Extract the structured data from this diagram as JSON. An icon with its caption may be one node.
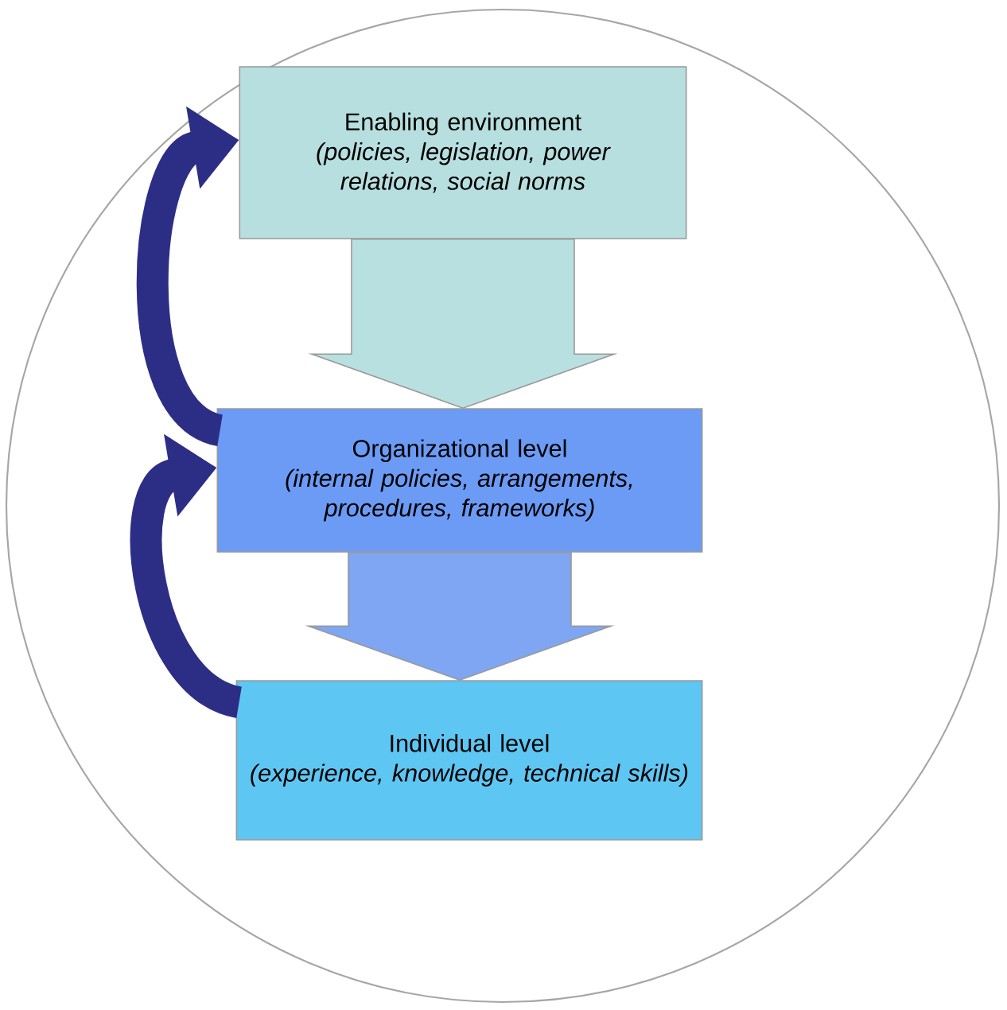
{
  "diagram": {
    "nodes": [
      {
        "text": [
          "Enabling environment",
          "(policies, legislation, power relations, social norms"
        ]
      },
      {
        "text": [
          "Organizational level",
          "(internal policies, arrangements, procedures, frameworks)"
        ]
      },
      {
        "text": [
          "Individual level",
          "(experience, knowledge, technical skills)"
        ]
      }
    ],
    "edges": [
      {
        "from": 0,
        "to": 1,
        "arrow": "to",
        "style": "thick",
        "color": "#b9e0e0"
      },
      {
        "from": 1,
        "to": 2,
        "arrow": "to",
        "style": "thick",
        "color": "#7ea6f2"
      },
      {
        "from": 1,
        "to": 0,
        "arrow": "to",
        "color": "#2c2e86"
      },
      {
        "from": 2,
        "to": 1,
        "arrow": "to",
        "color": "#2c2e86"
      }
    ]
  }
}
